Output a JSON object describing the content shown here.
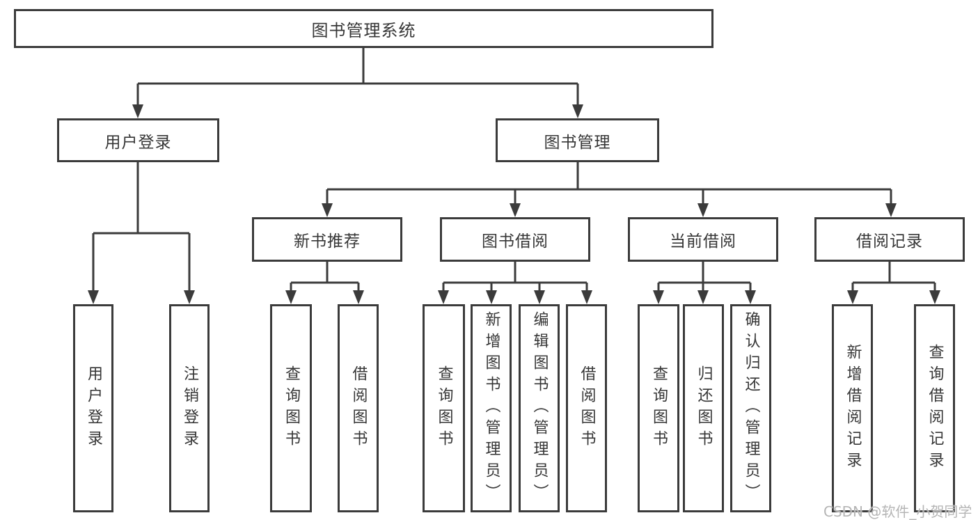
{
  "tree": {
    "label": "图书管理系统",
    "children": [
      {
        "label": "用户登录",
        "children": [
          {
            "label": "用户登录"
          },
          {
            "label": "注销登录"
          }
        ]
      },
      {
        "label": "图书管理",
        "children": [
          {
            "label": "新书推荐",
            "children": [
              {
                "label": "查询图书"
              },
              {
                "label": "借阅图书"
              }
            ]
          },
          {
            "label": "图书借阅",
            "children": [
              {
                "label": "查询图书"
              },
              {
                "label": "新增图书（管理员）"
              },
              {
                "label": "编辑图书（管理员）"
              },
              {
                "label": "借阅图书"
              }
            ]
          },
          {
            "label": "当前借阅",
            "children": [
              {
                "label": "查询图书"
              },
              {
                "label": "归还图书"
              },
              {
                "label": "确认归还（管理员）"
              }
            ]
          },
          {
            "label": "借阅记录",
            "children": [
              {
                "label": "新增借阅记录"
              },
              {
                "label": "查询借阅记录"
              }
            ]
          }
        ]
      }
    ]
  },
  "watermark": {
    "text": "CSDN @软件_小贺同学"
  },
  "colors": {
    "line": "#3b3b3b",
    "text": "#363636",
    "watermark": "#b5b5b5",
    "background": "#ffffff"
  }
}
